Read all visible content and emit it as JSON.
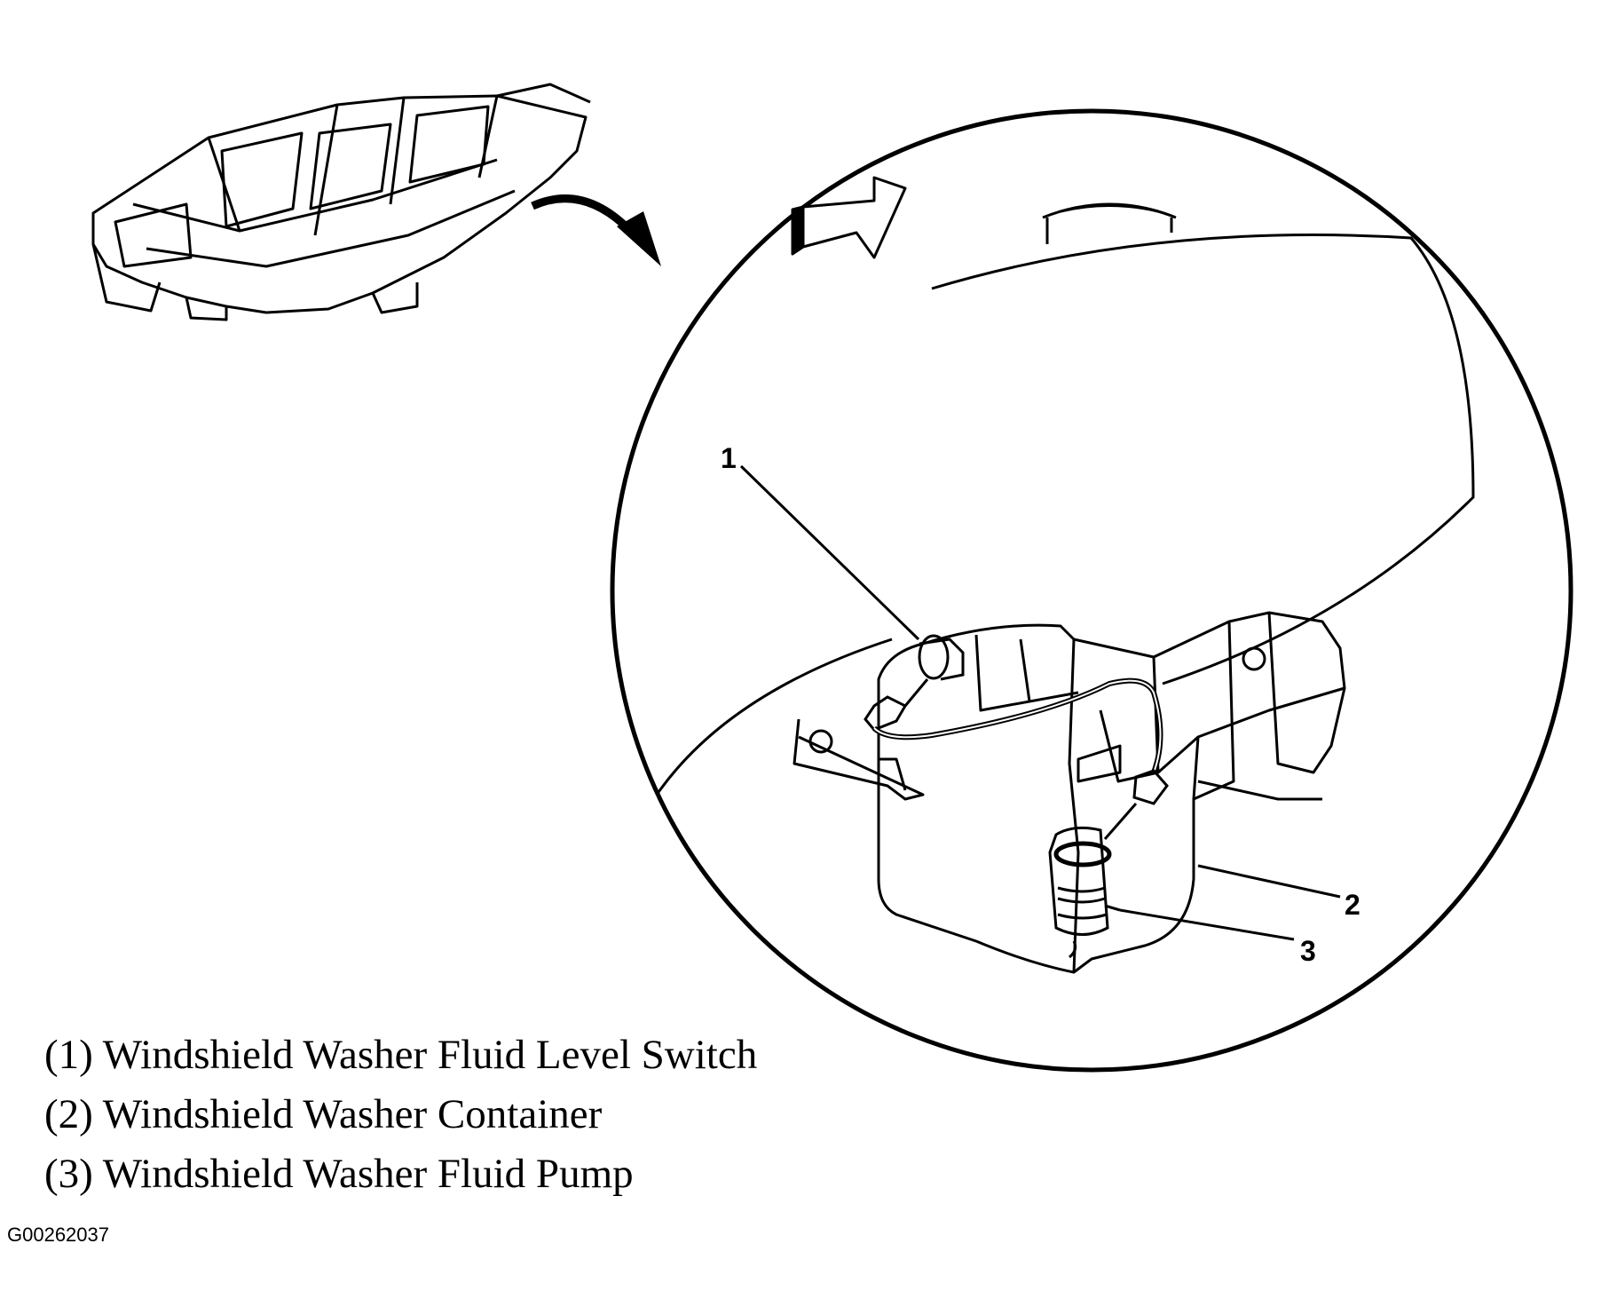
{
  "callouts": [
    {
      "number": "1"
    },
    {
      "number": "2"
    },
    {
      "number": "3"
    }
  ],
  "legend": [
    {
      "text": "(1) Windshield Washer Fluid Level Switch"
    },
    {
      "text": "(2) Windshield Washer Container"
    },
    {
      "text": "(3) Windshield Washer Fluid Pump"
    }
  ],
  "figure_code": "G00262037",
  "icons": [
    "vehicle-body-icon",
    "direction-arrow-icon",
    "forward-arrow-icon"
  ]
}
